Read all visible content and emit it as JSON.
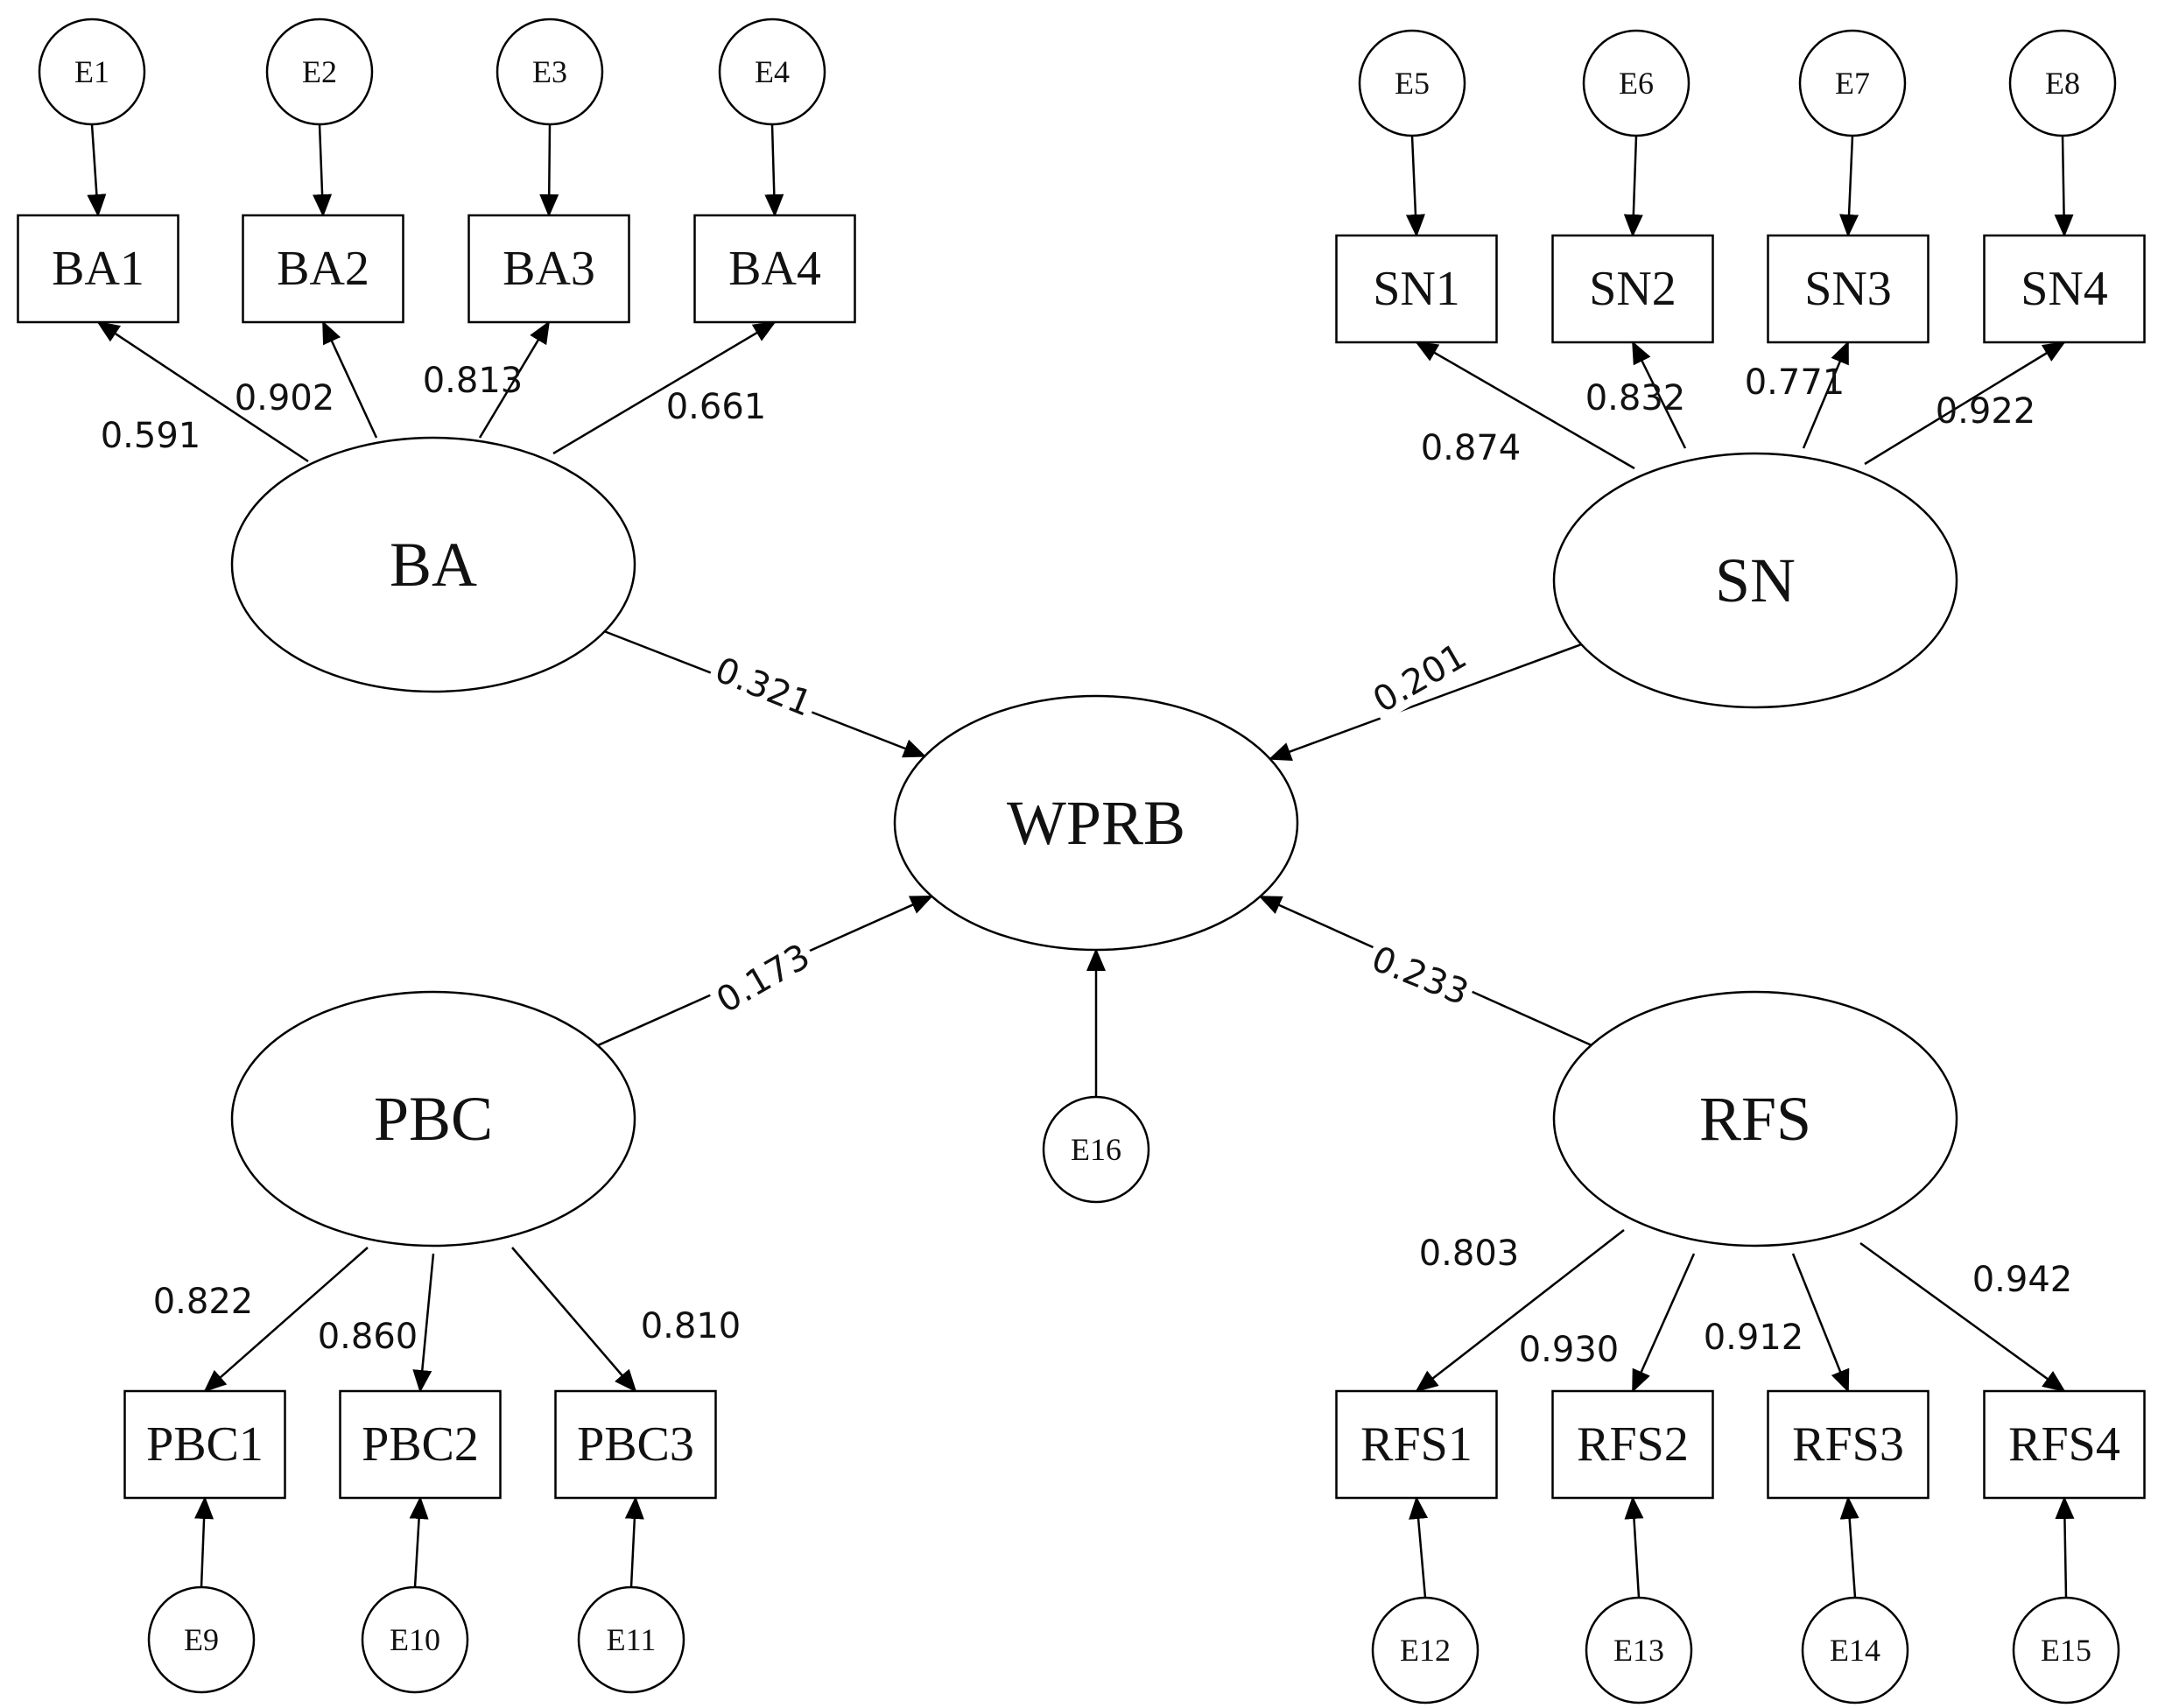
{
  "diagram": {
    "latents": [
      {
        "id": "BA",
        "label": "BA"
      },
      {
        "id": "SN",
        "label": "SN"
      },
      {
        "id": "PBC",
        "label": "PBC"
      },
      {
        "id": "RFS",
        "label": "RFS"
      },
      {
        "id": "WPRB",
        "label": "WPRB"
      }
    ],
    "indicators": [
      {
        "id": "BA1",
        "label": "BA1",
        "latent": "BA",
        "error": "E1",
        "loading": "0.591"
      },
      {
        "id": "BA2",
        "label": "BA2",
        "latent": "BA",
        "error": "E2",
        "loading": "0.902"
      },
      {
        "id": "BA3",
        "label": "BA3",
        "latent": "BA",
        "error": "E3",
        "loading": "0.813"
      },
      {
        "id": "BA4",
        "label": "BA4",
        "latent": "BA",
        "error": "E4",
        "loading": "0.661"
      },
      {
        "id": "SN1",
        "label": "SN1",
        "latent": "SN",
        "error": "E5",
        "loading": "0.874"
      },
      {
        "id": "SN2",
        "label": "SN2",
        "latent": "SN",
        "error": "E6",
        "loading": "0.832"
      },
      {
        "id": "SN3",
        "label": "SN3",
        "latent": "SN",
        "error": "E7",
        "loading": "0.771"
      },
      {
        "id": "SN4",
        "label": "SN4",
        "latent": "SN",
        "error": "E8",
        "loading": "0.922"
      },
      {
        "id": "PBC1",
        "label": "PBC1",
        "latent": "PBC",
        "error": "E9",
        "loading": "0.822"
      },
      {
        "id": "PBC2",
        "label": "PBC2",
        "latent": "PBC",
        "error": "E10",
        "loading": "0.860"
      },
      {
        "id": "PBC3",
        "label": "PBC3",
        "latent": "PBC",
        "error": "E11",
        "loading": "0.810"
      },
      {
        "id": "RFS1",
        "label": "RFS1",
        "latent": "RFS",
        "error": "E12",
        "loading": "0.803"
      },
      {
        "id": "RFS2",
        "label": "RFS2",
        "latent": "RFS",
        "error": "E13",
        "loading": "0.930"
      },
      {
        "id": "RFS3",
        "label": "RFS3",
        "latent": "RFS",
        "error": "E14",
        "loading": "0.912"
      },
      {
        "id": "RFS4",
        "label": "RFS4",
        "latent": "RFS",
        "error": "E15",
        "loading": "0.942"
      }
    ],
    "paths": [
      {
        "from": "BA",
        "to": "WPRB",
        "coef": "0.321"
      },
      {
        "from": "SN",
        "to": "WPRB",
        "coef": "0.201"
      },
      {
        "from": "PBC",
        "to": "WPRB",
        "coef": "0.173"
      },
      {
        "from": "RFS",
        "to": "WPRB",
        "coef": "0.233"
      }
    ],
    "structural_error": {
      "label": "E16",
      "target": "WPRB"
    }
  }
}
